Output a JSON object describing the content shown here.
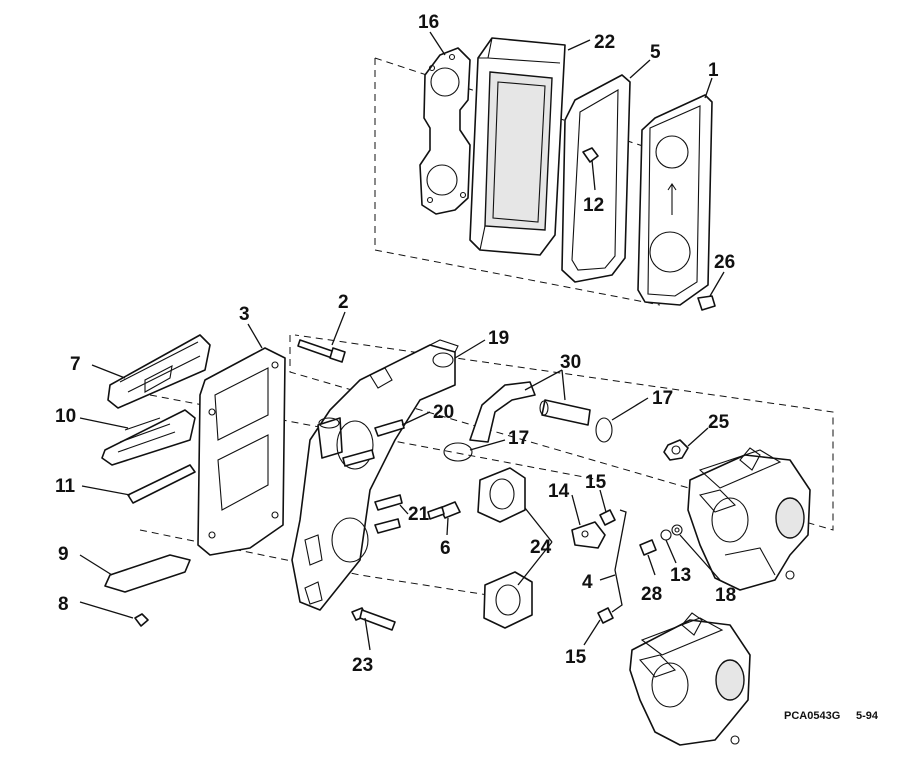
{
  "figure_code": "PCA0543G",
  "figure_date": "5-94",
  "callouts": [
    {
      "label": "16"
    },
    {
      "label": "22"
    },
    {
      "label": "5"
    },
    {
      "label": "1"
    },
    {
      "label": "12"
    },
    {
      "label": "26"
    },
    {
      "label": "2"
    },
    {
      "label": "3"
    },
    {
      "label": "19"
    },
    {
      "label": "30"
    },
    {
      "label": "7"
    },
    {
      "label": "17"
    },
    {
      "label": "10"
    },
    {
      "label": "20"
    },
    {
      "label": "17"
    },
    {
      "label": "25"
    },
    {
      "label": "11"
    },
    {
      "label": "15"
    },
    {
      "label": "14"
    },
    {
      "label": "21"
    },
    {
      "label": "6"
    },
    {
      "label": "24"
    },
    {
      "label": "13"
    },
    {
      "label": "9"
    },
    {
      "label": "4"
    },
    {
      "label": "28"
    },
    {
      "label": "18"
    },
    {
      "label": "8"
    },
    {
      "label": "23"
    },
    {
      "label": "15"
    }
  ]
}
